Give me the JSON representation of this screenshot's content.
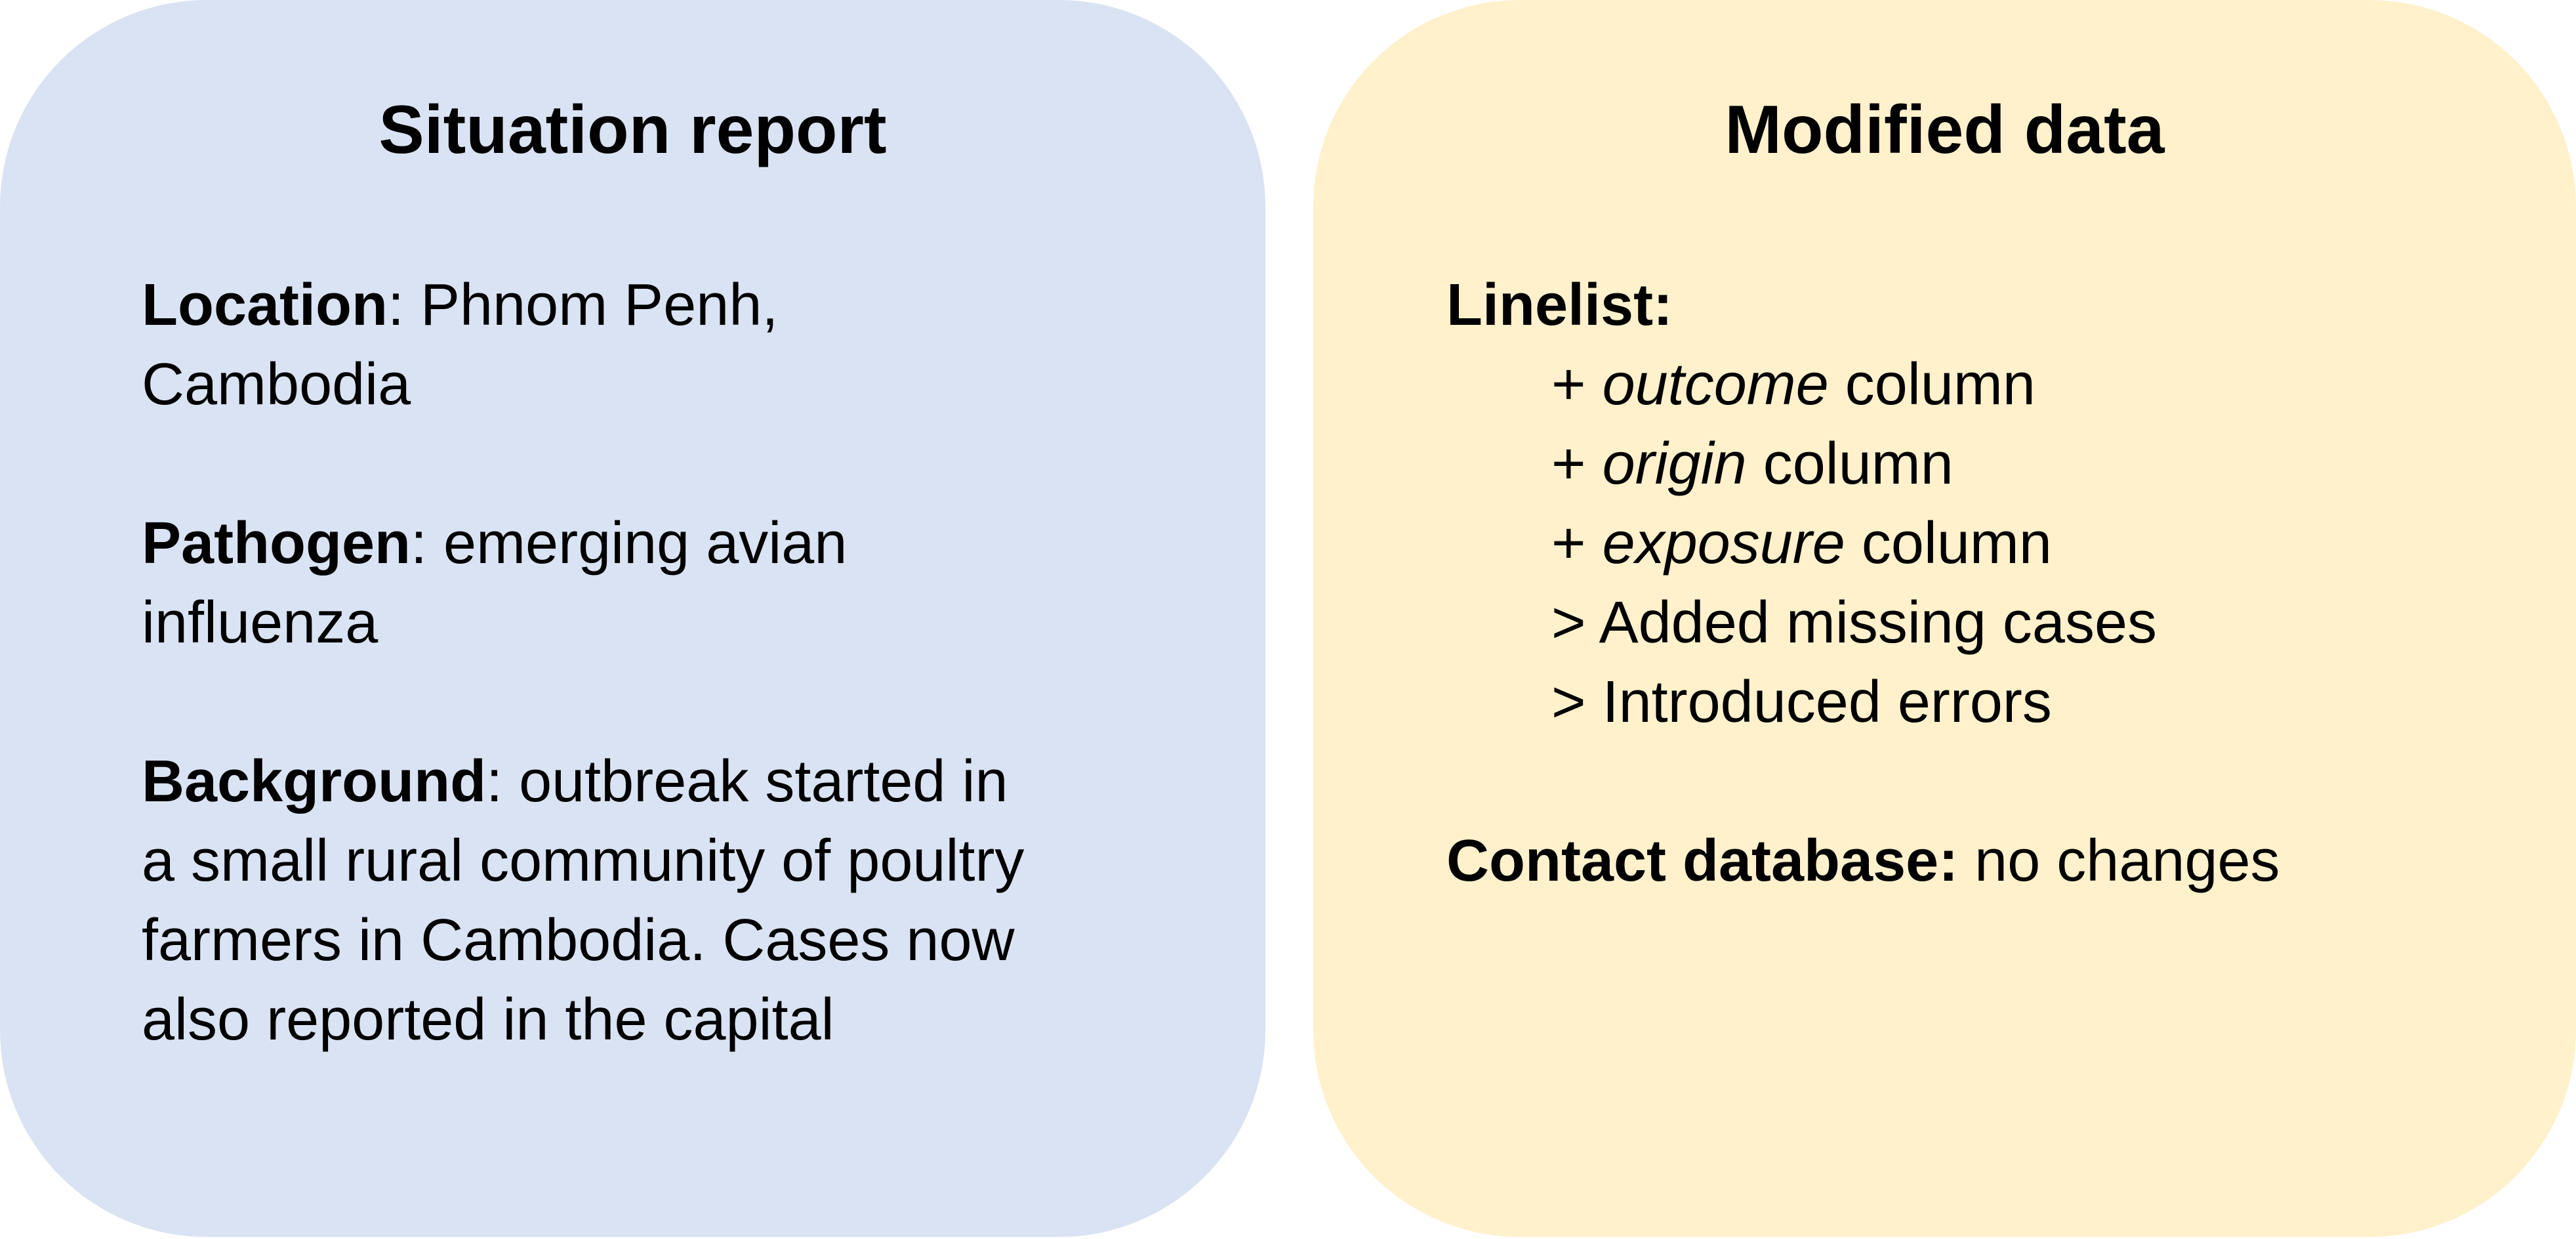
{
  "situation_report": {
    "title": "Situation report",
    "location": {
      "label": "Location",
      "text_line1": ": Phnom Penh,",
      "text_line2": "Cambodia"
    },
    "pathogen": {
      "label": "Pathogen",
      "text_line1": ": emerging avian",
      "text_line2": "influenza"
    },
    "background": {
      "label": "Background",
      "text_line1": ": outbreak started in",
      "text_line2": "a small rural community of poultry",
      "text_line3": "farmers in Cambodia. Cases now",
      "text_line4": "also reported in the capital"
    },
    "color": "#dae3f3"
  },
  "modified_data": {
    "title": "Modified data",
    "linelist": {
      "label": "Linelist:",
      "items": [
        {
          "prefix": "+ ",
          "italic": "outcome",
          "suffix": " column"
        },
        {
          "prefix": "+ ",
          "italic": "origin",
          "suffix": " column"
        },
        {
          "prefix": "+ ",
          "italic": "exposure",
          "suffix": " column"
        },
        {
          "prefix": "> Added missing cases",
          "italic": "",
          "suffix": ""
        },
        {
          "prefix": "> Introduced errors",
          "italic": "",
          "suffix": ""
        }
      ]
    },
    "contact_database": {
      "label": "Contact database:",
      "text": " no changes"
    },
    "color": "#fff1cc"
  }
}
